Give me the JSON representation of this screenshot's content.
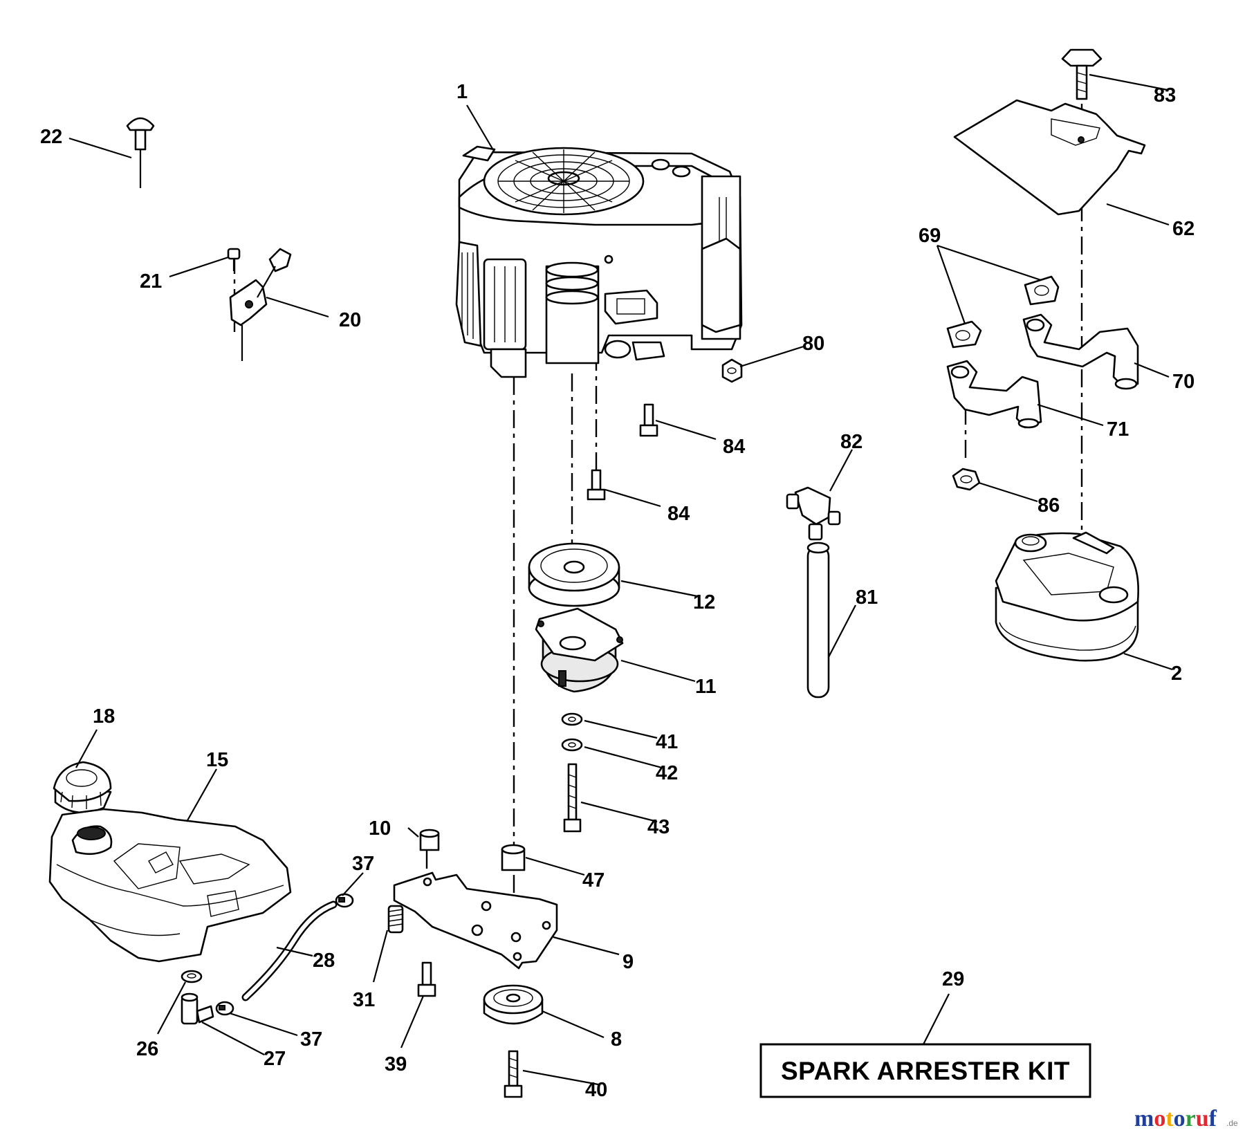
{
  "part_labels": {
    "p1": "1",
    "p2": "2",
    "p8": "8",
    "p9": "9",
    "p10": "10",
    "p11": "11",
    "p12": "12",
    "p15": "15",
    "p18": "18",
    "p20": "20",
    "p21": "21",
    "p22": "22",
    "p26": "26",
    "p27": "27",
    "p28": "28",
    "p29": "29",
    "p31": "31",
    "p37a": "37",
    "p37b": "37",
    "p39": "39",
    "p40": "40",
    "p41": "41",
    "p42": "42",
    "p43": "43",
    "p47": "47",
    "p62": "62",
    "p69": "69",
    "p70": "70",
    "p71": "71",
    "p80": "80",
    "p81": "81",
    "p82": "82",
    "p83": "83",
    "p84a": "84",
    "p84b": "84",
    "p86": "86"
  },
  "kit_label": "SPARK ARRESTER KIT",
  "watermark": {
    "m": "m",
    "o1": "o",
    "t": "t",
    "o2": "o",
    "r": "r",
    "u": "u",
    "f": "f",
    "suffix": ".de",
    "colors": [
      "#1f3f9a",
      "#e3262f",
      "#f2a900",
      "#1f3f9a",
      "#2e9e3e",
      "#e3262f",
      "#1f3f9a"
    ]
  }
}
